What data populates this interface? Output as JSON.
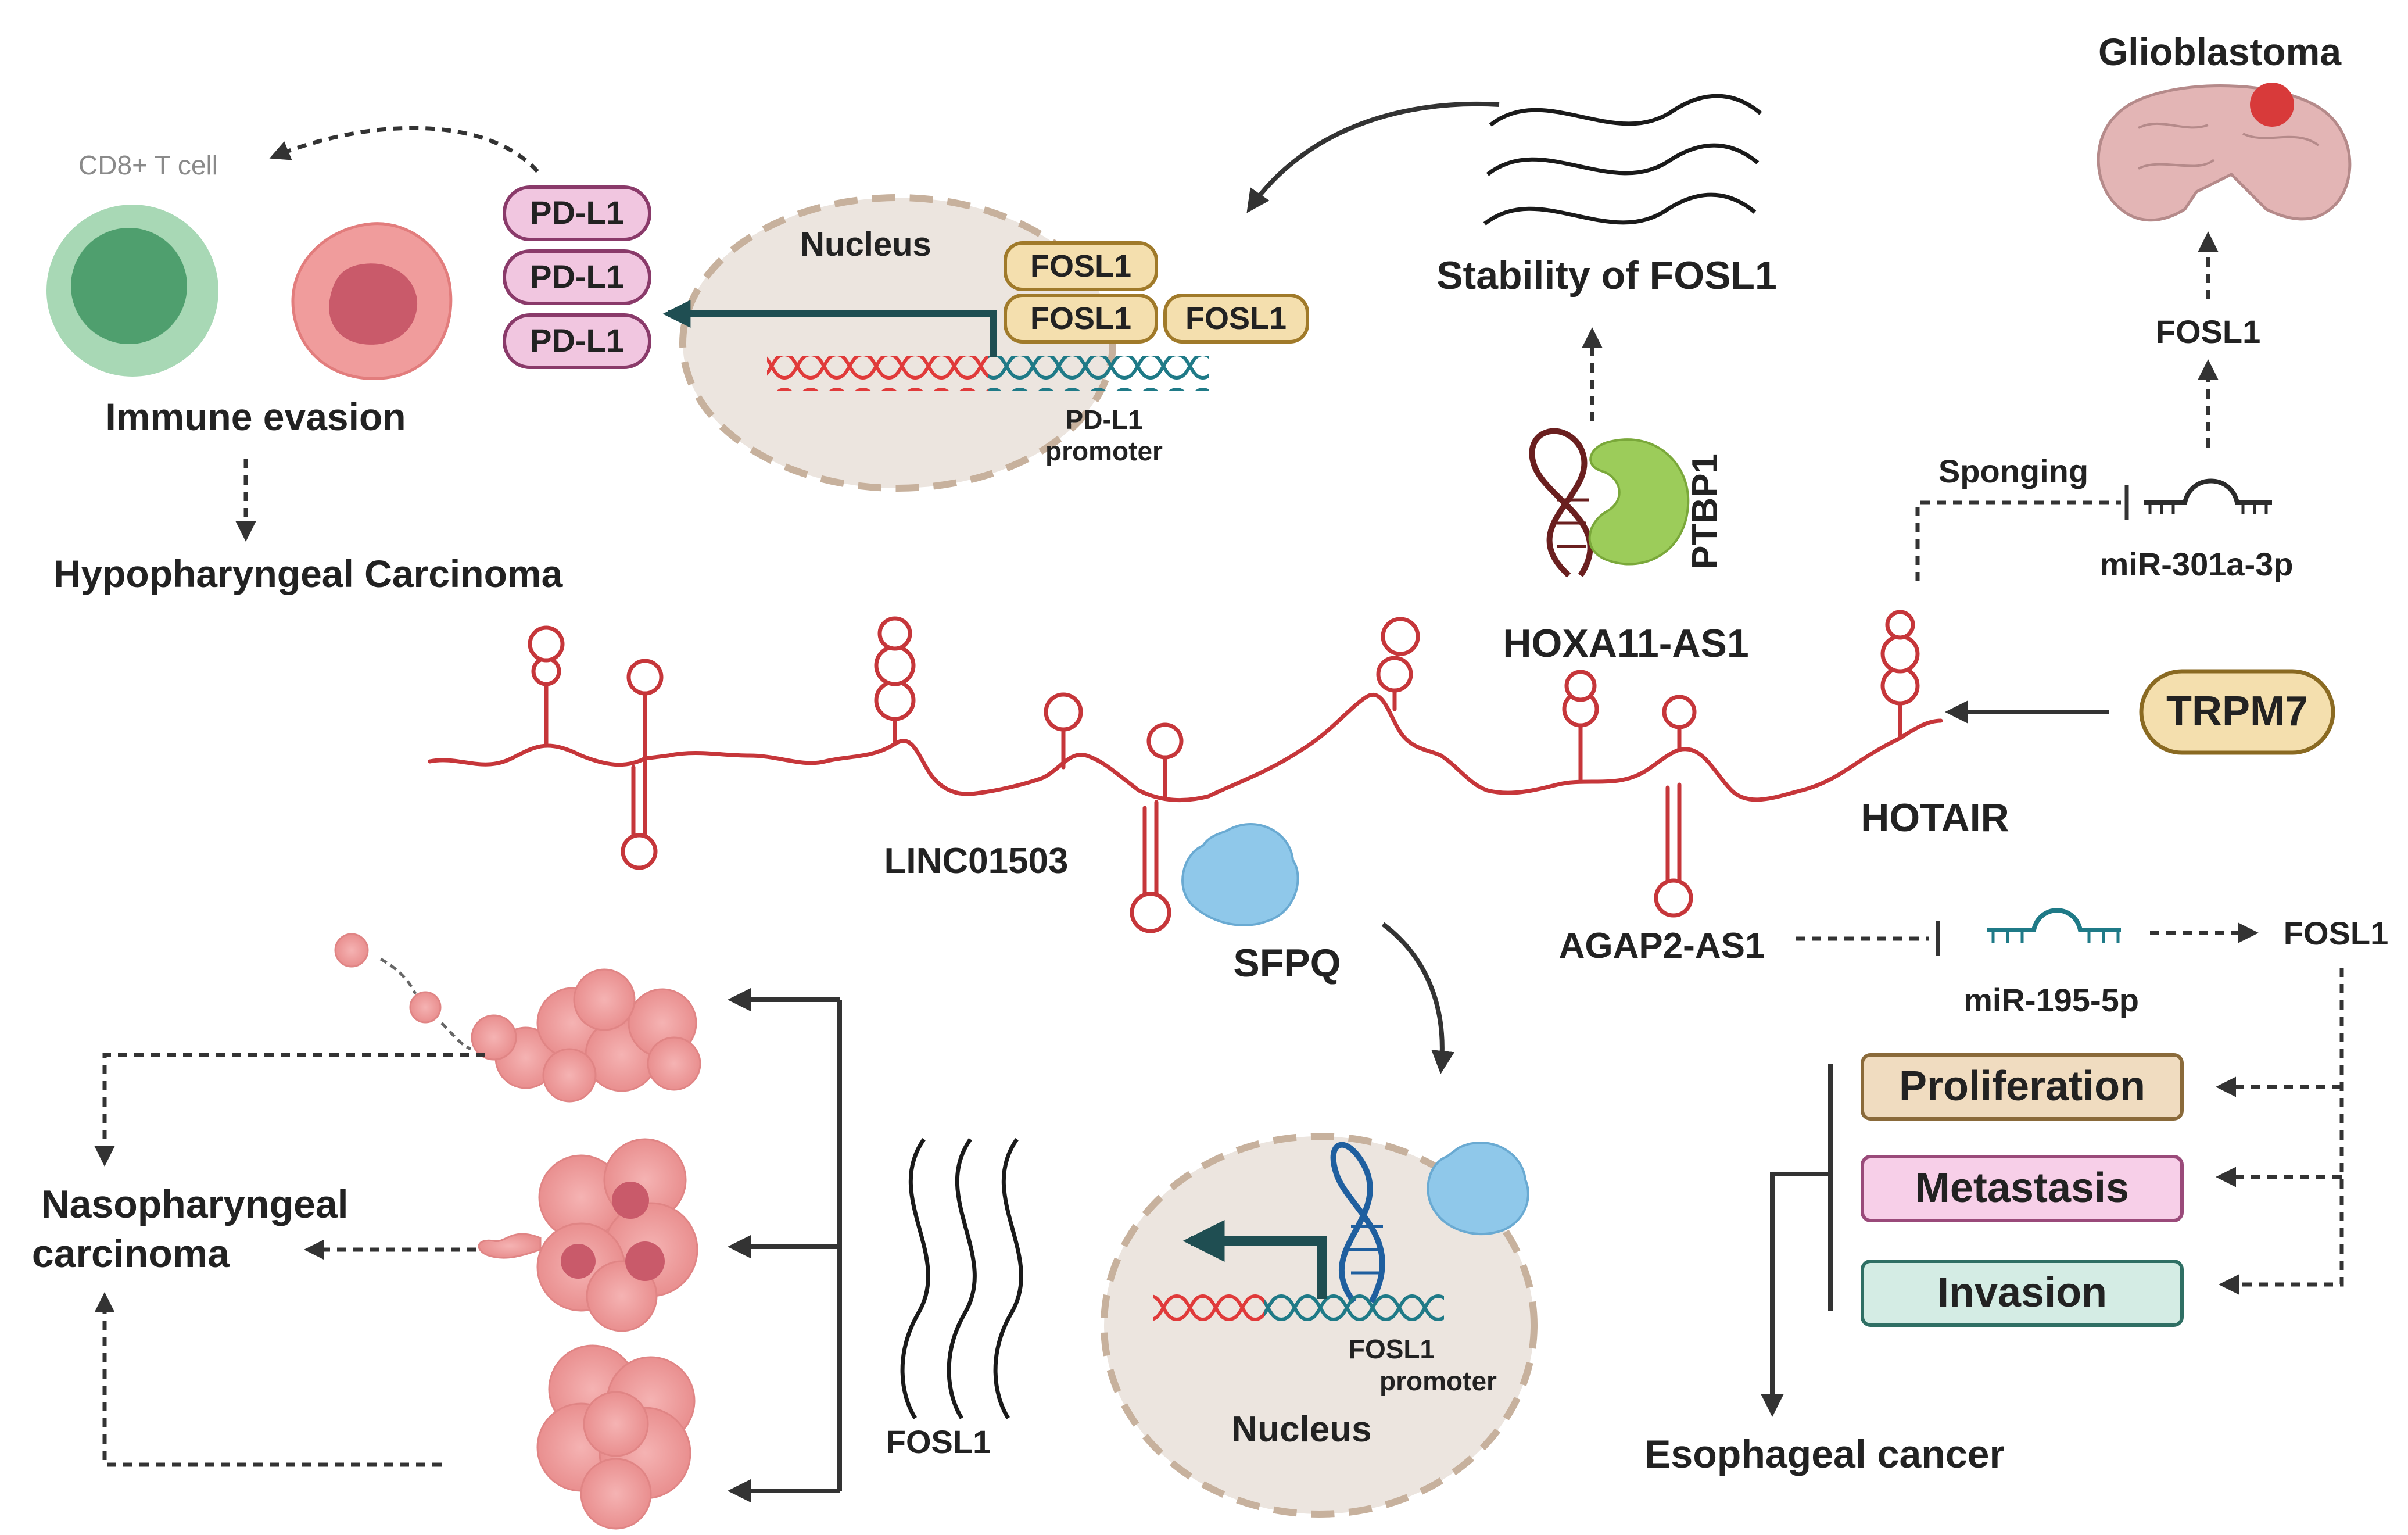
{
  "colors": {
    "rna": "#c6363a",
    "nucleus_fill": "#ece5df",
    "nucleus_border": "#c7b19d",
    "pdl1_fill": "#f1c6e0",
    "fosl1_fill": "#f4dfae",
    "proliferation_fill": "#f0dcc0",
    "metastasis_fill": "#f7cfe8",
    "invasion_fill": "#d4ece4",
    "t_cell": "#5fae7d",
    "tumor_cell": "#ee9a9a",
    "protein_blue": "#8fc8ea",
    "protein_green": "#9ccc5a",
    "helix_red": "#e03a3a",
    "helix_teal": "#1f7a87",
    "dark_arrow": "#1f4e52"
  },
  "labels": {
    "cd8_t_cell": "CD8+ T cell",
    "immune_evasion": "Immune evasion",
    "hypopharyngeal_carcinoma": "Hypopharyngeal Carcinoma",
    "nucleus_top": "Nucleus",
    "pdl1_promoter_line1": "PD-L1",
    "pdl1_promoter_line2": "promoter",
    "stability_of_fosl1": "Stability of FOSL1",
    "glioblastoma": "Glioblastoma",
    "fosl1_glioblastoma": "FOSL1",
    "sponging": "Sponging",
    "mir_301a": "miR-301a-3p",
    "ptbp1": "PTBP1",
    "hoxa11_as1": "HOXA11-AS1",
    "trpm7": "TRPM7",
    "hotair": "HOTAIR",
    "linc01503": "LINC01503",
    "sfpq": "SFPQ",
    "agap2_as1": "AGAP2-AS1",
    "mir_195": "miR-195-5p",
    "fosl1_esophageal": "FOSL1",
    "proliferation": "Proliferation",
    "metastasis": "Metastasis",
    "invasion": "Invasion",
    "esophageal_cancer": "Esophageal cancer",
    "nasopharyngeal_line1": "Nasopharyngeal",
    "nasopharyngeal_line2": "carcinoma",
    "fosl1_bottom": "FOSL1",
    "fosl1_promoter_line1": "FOSL1",
    "fosl1_promoter_line2": "promoter",
    "nucleus_bottom": "Nucleus"
  },
  "pdl1_boxes": [
    "PD-L1",
    "PD-L1",
    "PD-L1"
  ],
  "fosl1_boxes": [
    "FOSL1",
    "FOSL1",
    "FOSL1"
  ]
}
